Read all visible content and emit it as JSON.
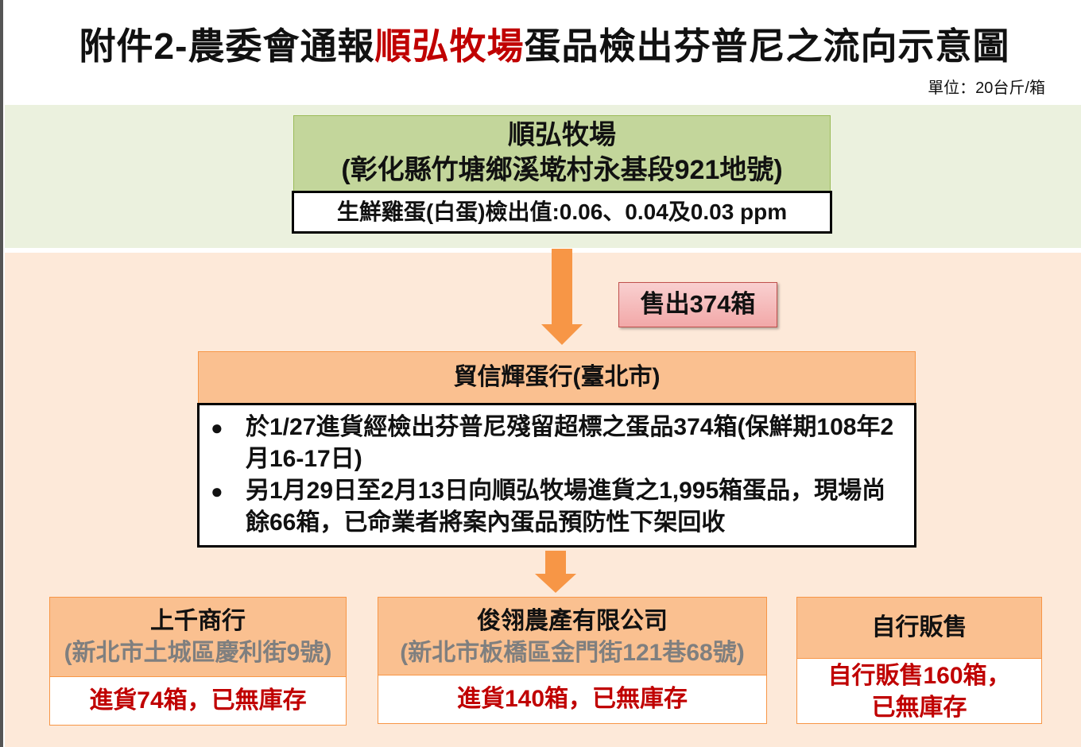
{
  "title": {
    "prefix": "附件2-農委會通報",
    "highlight": "順弘牧場",
    "suffix": "蛋品檢出芬普尼之流向示意圖"
  },
  "unit": "單位：20台斤/箱",
  "source": {
    "name": "順弘牧場",
    "address": "(彰化縣竹塘鄉溪墘村永基段921地號)",
    "result": "生鮮雞蛋(白蛋)檢出值:0.06、0.04及0.03 ppm"
  },
  "sold_label": "售出374箱",
  "distributor": {
    "name": "貿信輝蛋行(臺北市)",
    "bullets": [
      "於1/27進貨經檢出芬普尼殘留超標之蛋品374箱(保鮮期108年2月16-17日)",
      "另1月29日至2月13日向順弘牧場進貨之1,995箱蛋品，現場尚餘66箱，已命業者將案內蛋品預防性下架回收"
    ]
  },
  "downstream": [
    {
      "name": "上千商行",
      "address": "(新北市土城區慶利街9號)",
      "status": "進貨74箱，已無庫存"
    },
    {
      "name": "俊翎農產有限公司",
      "address": "(新北市板橋區金門街121巷68號)",
      "status": "進貨140箱，已無庫存"
    },
    {
      "name": "自行販售",
      "status_line1": "自行販售160箱，",
      "status_line2": "已無庫存"
    }
  ],
  "colors": {
    "arrow": "#f79646",
    "highlight": "#c00000",
    "green_fill": "#c3d69b",
    "orange_fill": "#fac090"
  }
}
